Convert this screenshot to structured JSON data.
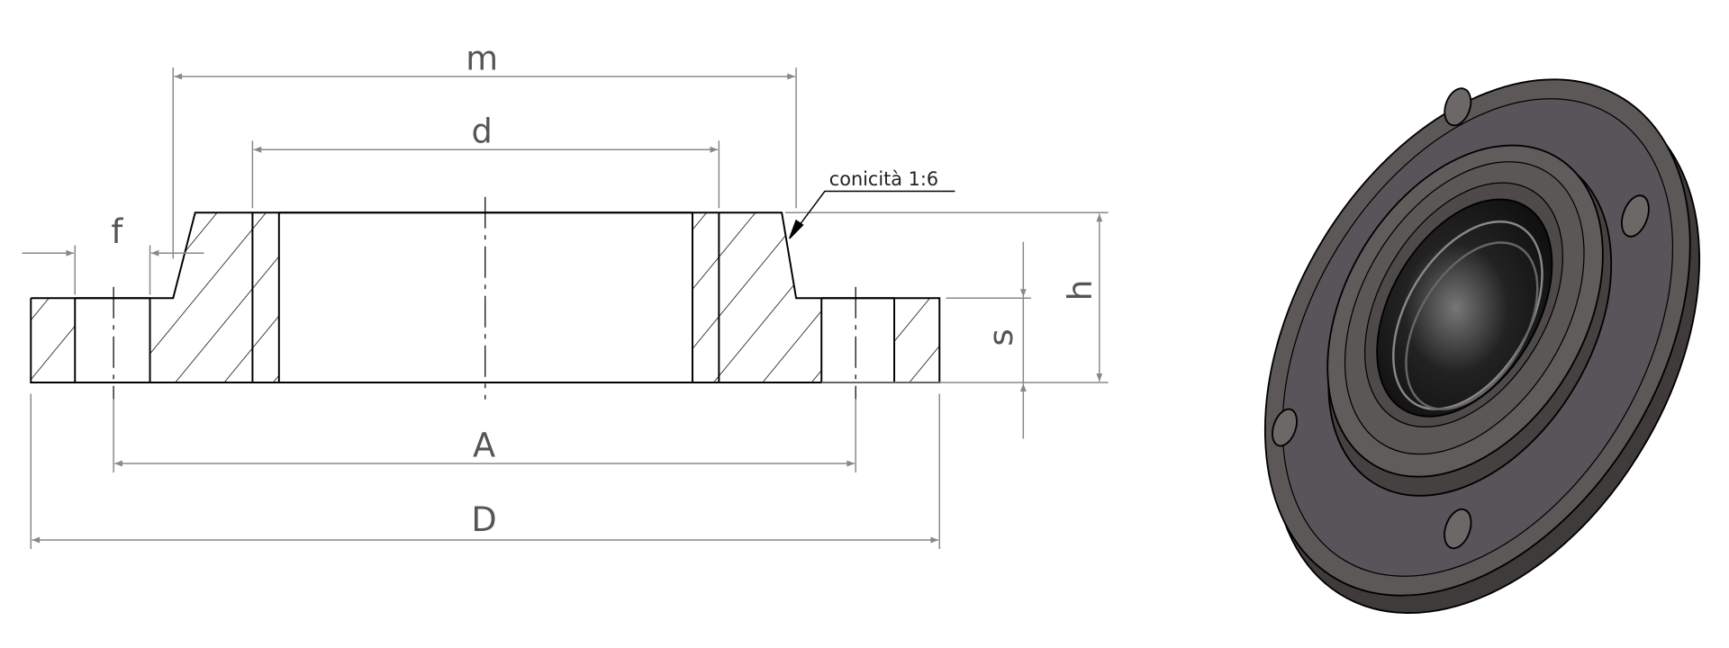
{
  "drawing": {
    "labels": {
      "m": "m",
      "d": "d",
      "f": "f",
      "h": "h",
      "s": "s",
      "A": "A",
      "D": "D"
    },
    "note": "conicità 1:6"
  },
  "colors": {
    "line": "#000000",
    "dimension": "#888888",
    "body": "#5a5756",
    "body_dark": "#3a3837",
    "bore": "#1c1c1c"
  }
}
